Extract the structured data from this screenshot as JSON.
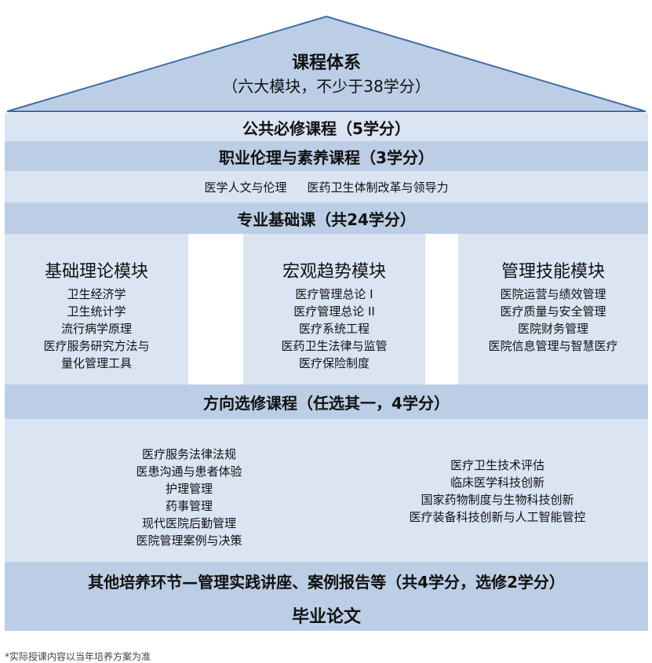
{
  "roof": {
    "title": "课程体系",
    "subtitle": "（六大模块，不少于38学分）"
  },
  "public_required": "公共必修课程（5学分）",
  "ethics": {
    "title": "职业伦理与素养课程（3学分）",
    "courses": [
      "医学人文与伦理",
      "医药卫生体制改革与领导力"
    ]
  },
  "professional_base": {
    "title": "专业基础课（共24学分）",
    "modules": [
      {
        "title": "基础理论模块",
        "items": [
          "卫生经济学",
          "卫生统计学",
          "流行病学原理",
          "医疗服务研究方法与",
          "量化管理工具"
        ]
      },
      {
        "title": "宏观趋势模块",
        "items": [
          "医疗管理总论 I",
          "医疗管理总论 II",
          "医疗系统工程",
          "医药卫生法律与监管",
          "医疗保险制度"
        ]
      },
      {
        "title": "管理技能模块",
        "items": [
          "医院运营与绩效管理",
          "医疗质量与安全管理",
          "医院财务管理",
          "医院信息管理与智慧医疗"
        ]
      }
    ]
  },
  "elective": {
    "title": "方向选修课程（任选其一，4学分）",
    "left": [
      "医疗服务法律法规",
      "医患沟通与患者体验",
      "护理管理",
      "药事管理",
      "现代医院后勤管理",
      "医院管理案例与决策"
    ],
    "right": [
      "医疗卫生技术评估",
      "临床医学科技创新",
      "国家药物制度与生物科技创新",
      "医疗装备科技创新与人工智能管控"
    ]
  },
  "other": "其他培养环节—管理实践讲座、案例报告等（共4学分，选修2学分）",
  "thesis": "毕业论文",
  "footnote": "*实际授课内容以当年培养方案为准",
  "colors": {
    "band_dark": "#bccee6",
    "band_light": "#dae4f2",
    "roof_fill": "#bccee6",
    "roof_stroke": "#3f6da6"
  }
}
